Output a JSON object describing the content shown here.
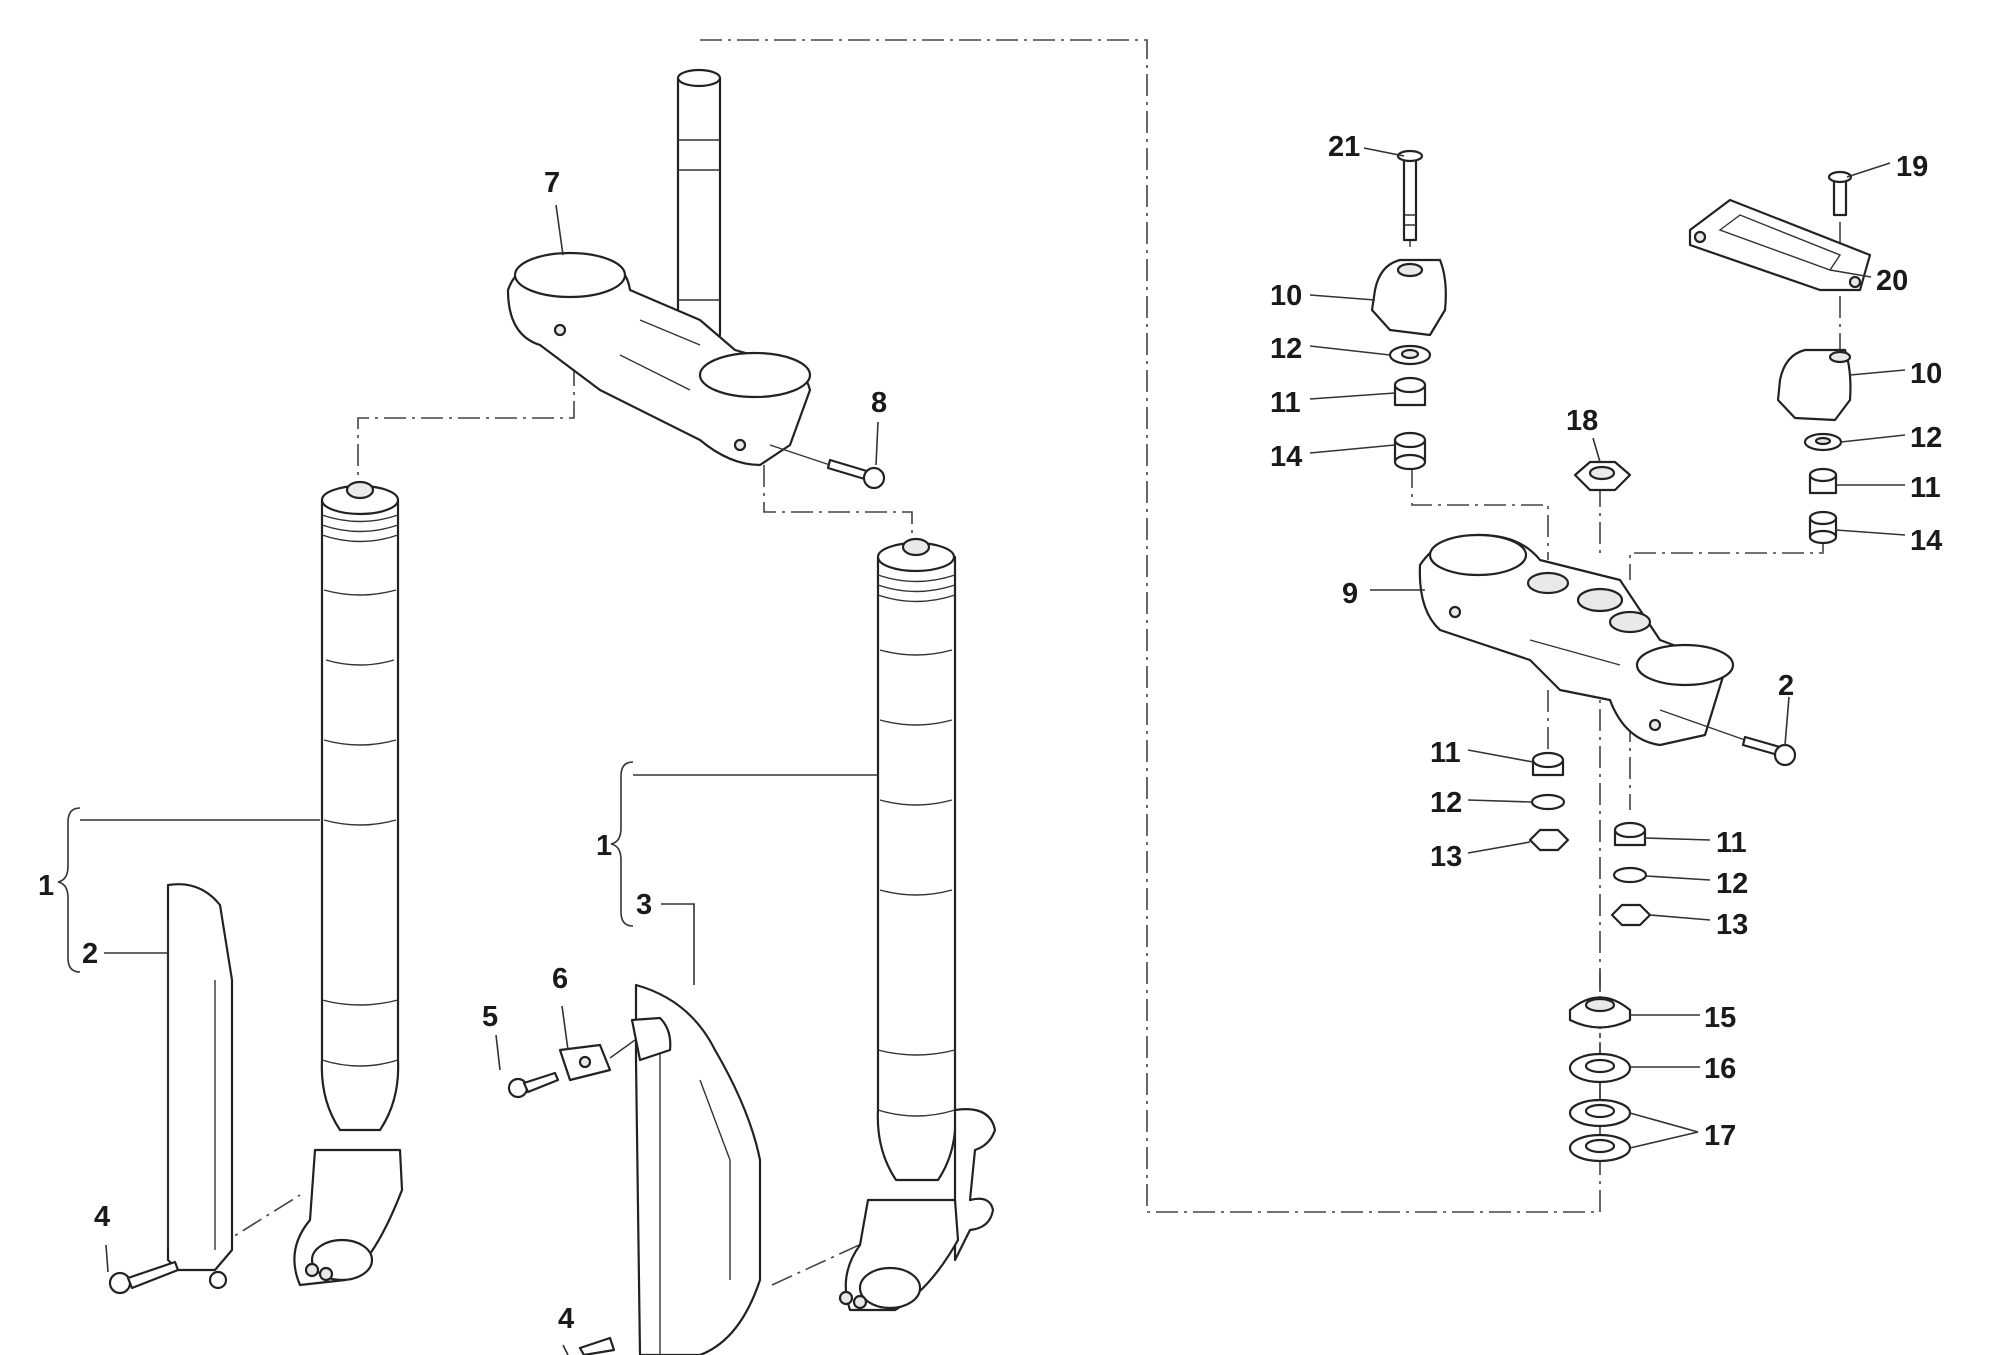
{
  "diagram": {
    "labels": {
      "l1a": "1",
      "l2a": "2",
      "l4a": "4",
      "l1b": "1",
      "l3": "3",
      "l5": "5",
      "l6": "6",
      "l4b": "4",
      "l7": "7",
      "l8": "8",
      "l21": "21",
      "l10a": "10",
      "l12a": "12",
      "l11a": "11",
      "l14a": "14",
      "l18": "18",
      "l9": "9",
      "l19": "19",
      "l20": "20",
      "l10b": "10",
      "l12b": "12",
      "l11b": "11",
      "l14b": "14",
      "l2b": "2",
      "l11c": "11",
      "l12c": "12",
      "l13a": "13",
      "l11d": "11",
      "l12d": "12",
      "l13b": "13",
      "l15": "15",
      "l16": "16",
      "l17": "17"
    }
  }
}
